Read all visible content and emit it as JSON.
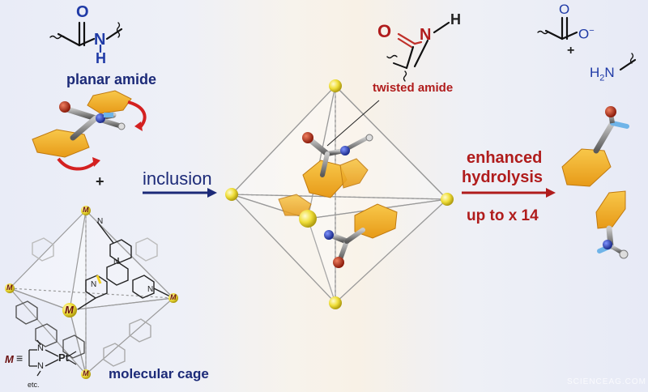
{
  "labels": {
    "planar_amide": "planar amide",
    "twisted_amide": "twisted amide",
    "inclusion": "inclusion",
    "enhanced": "enhanced",
    "hydrolysis": "hydrolysis",
    "up_to": "up to x 14",
    "molecular_cage": "molecular cage",
    "plus_left": "+",
    "plus_right": "+",
    "etc": "etc.",
    "watermark": "SCIENCEAG.COM"
  },
  "chem_text": {
    "amide_O": "O",
    "amide_N": "N",
    "amide_H": "H",
    "twist_O": "O",
    "twist_N": "N",
    "twist_H": "H",
    "carboxylate_O_top": "O",
    "carboxylate_O_minus": "O",
    "minus": "−",
    "amine": "H",
    "amine_sub": "2",
    "amine_N": "N",
    "metal_M": "M",
    "metal_equiv": "≡",
    "pt": "Pt",
    "n_label": "N"
  },
  "colors": {
    "blue": "#1f3aa6",
    "red": "#b01c1c",
    "phenyl": "#f2b233",
    "vertex": "#f1e13a"
  }
}
